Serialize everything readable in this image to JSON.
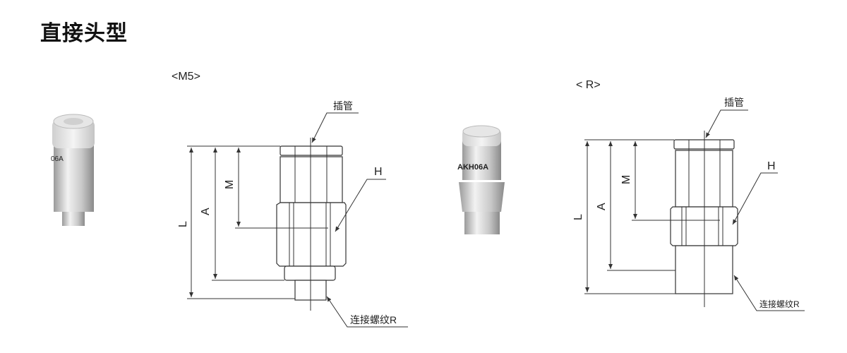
{
  "page": {
    "title": "直接头型"
  },
  "variants": [
    {
      "label": "<M5>",
      "photo_marking": "06A",
      "callouts": {
        "tube": "插管",
        "hex": "H",
        "thread": "连接螺纹R"
      },
      "dimensions": {
        "overall": "L",
        "a": "A",
        "m": "M"
      }
    },
    {
      "label": "< R>",
      "photo_marking": "AKH06A",
      "callouts": {
        "tube": "插管",
        "hex": "H",
        "thread": "连接螺纹R"
      },
      "dimensions": {
        "overall": "L",
        "a": "A",
        "m": "M"
      }
    }
  ]
}
